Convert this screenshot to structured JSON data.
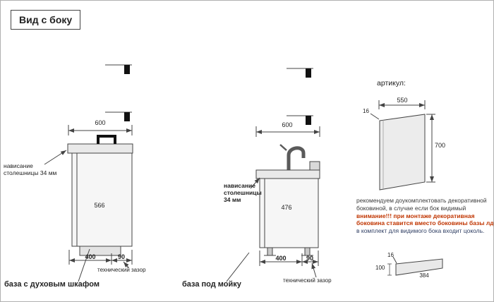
{
  "page": {
    "title": "Вид с боку"
  },
  "cabinets": {
    "oven": {
      "name": "база с духовым шкафом",
      "top_width": "600",
      "body_height": "566",
      "bottom_width": "400",
      "gap": "90",
      "overhang": [
        "нависание",
        "столешницы 34 мм"
      ],
      "gap_label": "технический зазор"
    },
    "sink": {
      "name": "база под мойку",
      "top_width": "600",
      "body_height": "476",
      "bottom_width": "400",
      "gap": "90",
      "overhang": [
        "нависание",
        "столешницы",
        "34 мм"
      ],
      "gap_label": "технический зазор"
    }
  },
  "side_panel": {
    "articul": "артикул:",
    "width": "550",
    "thickness": "16",
    "height": "700",
    "notes": {
      "line1": "рекомендуем доукомплектовать декоративной",
      "line2": "боковиной, в случае если бок видимый",
      "warn1": "внимание!!! при монтаже декоративная",
      "warn2": "боковина ставится вместо боковины базы лдсп",
      "line3": "в комплект для видимого бока входит цоколь."
    },
    "plinth": {
      "thickness": "16",
      "height": "100",
      "length": "384"
    }
  },
  "colors": {
    "line": "#3c3c3c",
    "note": "#3b3b3b",
    "warning": "#c03500",
    "final_note": "#2f3e63",
    "fill_light": "#ececec"
  }
}
